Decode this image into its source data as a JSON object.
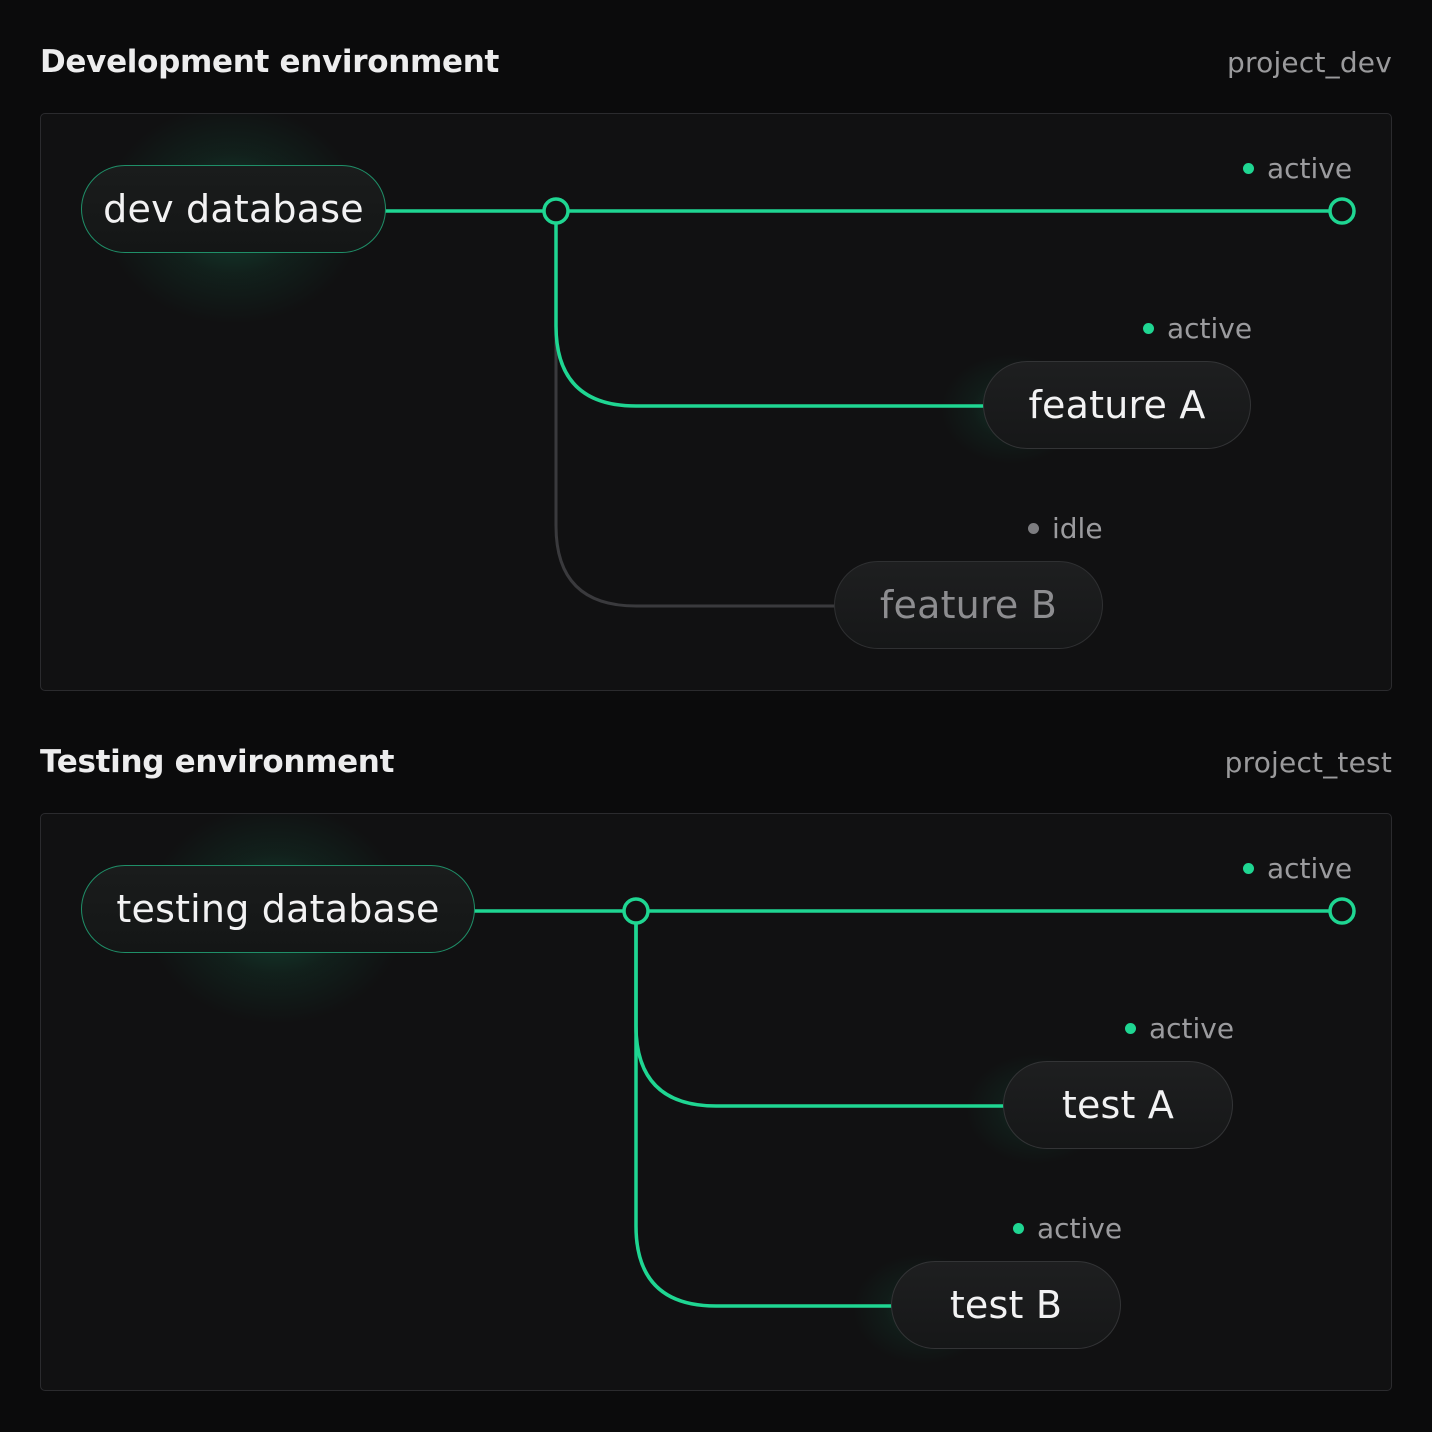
{
  "accent_color": "#1fd692",
  "idle_color": "#7d7d80",
  "sections": [
    {
      "title": "Development environment",
      "project": "project_dev",
      "root": {
        "label": "dev database",
        "status": "active"
      },
      "branches": [
        {
          "label": "feature A",
          "status": "active"
        },
        {
          "label": "feature B",
          "status": "idle"
        }
      ]
    },
    {
      "title": "Testing environment",
      "project": "project_test",
      "root": {
        "label": "testing database",
        "status": "active"
      },
      "branches": [
        {
          "label": "test A",
          "status": "active"
        },
        {
          "label": "test B",
          "status": "active"
        }
      ]
    }
  ]
}
